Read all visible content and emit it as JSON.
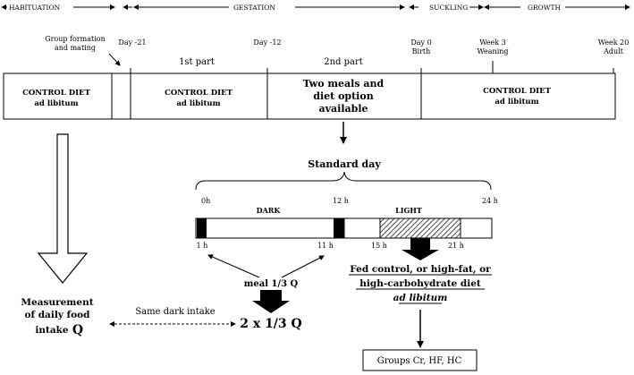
{
  "phases": {
    "habituation": "HABITUATION",
    "gestation": "GESTATION",
    "suckling": "SUCKLING",
    "growth": "GROWTH"
  },
  "timeline_labels": {
    "group_formation_1": "Group formation",
    "group_formation_2": "and mating",
    "day_minus21": "Day -21",
    "day_minus12": "Day -12",
    "day0": "Day 0",
    "birth": "Birth",
    "week3": "Week 3",
    "weaning": "Weaning",
    "week20": "Week 20",
    "adult": "Adult",
    "part1": "1st part",
    "part2": "2nd part"
  },
  "boxes": {
    "control_diet": "CONTROL DIET",
    "ad_libitum": "ad libitum",
    "two_meals_1": "Two meals and",
    "two_meals_2": "diet option",
    "two_meals_3": "available"
  },
  "standard_day": {
    "title": "Standard day",
    "h0": "0h",
    "h12": "12 h",
    "h24": "24 h",
    "dark": "DARK",
    "light": "LIGHT",
    "h1": "1 h",
    "h11": "11 h",
    "h15": "15 h",
    "h21": "21 h"
  },
  "meals": {
    "meal_label": "meal 1/3 Q",
    "total": "2 x 1/3 Q",
    "same_dark_intake": "Same dark intake"
  },
  "measurement": {
    "line1": "Measurement",
    "line2": "of daily food",
    "line3": "intake",
    "q": "Q"
  },
  "fed": {
    "line1": "Fed control, or high-fat, or",
    "line2": "high-carbohydrate diet",
    "line3": "ad libitum"
  },
  "groups": "Groups Cr, HF, HC"
}
